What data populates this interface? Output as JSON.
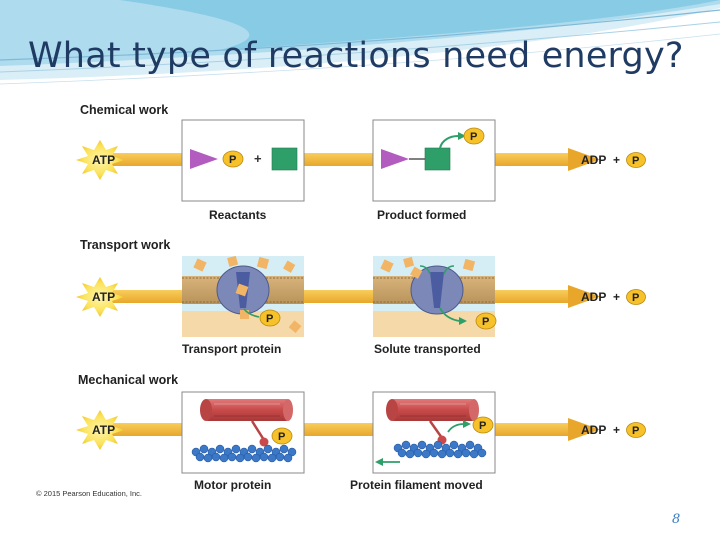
{
  "slide": {
    "title": "What type of reactions need energy?",
    "slide_number": "8"
  },
  "figure": {
    "sections": [
      {
        "heading": "Chemical work",
        "atp_label": "ATP",
        "phosphate_label": "P",
        "plus_sign": "+",
        "left_caption": "Reactants",
        "right_caption": "Product formed",
        "adp_label": "ADP",
        "adp_plus": "+",
        "adp_phosphate": "P"
      },
      {
        "heading": "Transport work",
        "atp_label": "ATP",
        "phosphate_label": "P",
        "left_caption": "Transport protein",
        "right_caption": "Solute transported",
        "adp_label": "ADP",
        "adp_plus": "+",
        "adp_phosphate": "P"
      },
      {
        "heading": "Mechanical work",
        "atp_label": "ATP",
        "phosphate_label": "P",
        "left_caption": "Motor protein",
        "right_caption": "Protein filament moved",
        "adp_label": "ADP",
        "adp_plus": "+",
        "adp_phosphate": "P"
      }
    ],
    "copyright": "© 2015 Pearson Education, Inc."
  },
  "colors": {
    "title": "#1f3b63",
    "arrow": "#f0b336",
    "phosphate": "#f7c12a",
    "reactant_triangle": "#b25cc0",
    "reactant_square": "#2f9f6a",
    "membrane": "#c9a36c",
    "protein": "#7c88b8",
    "muscle": "#c84a4a",
    "actin": "#3c78c8",
    "slide_number": "#3a7bbf"
  }
}
